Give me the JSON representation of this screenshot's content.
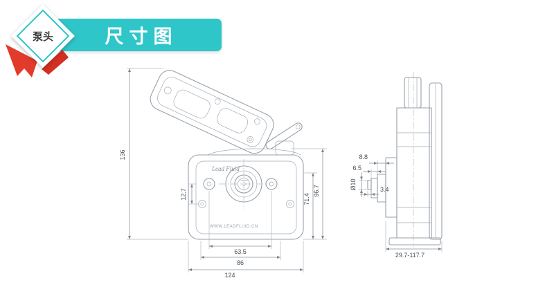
{
  "header": {
    "badge": {
      "label": "泵头"
    },
    "banner": {
      "title": "尺寸图"
    },
    "colors": {
      "banner_teal": "#2fc6c9",
      "ribbon_red": "#e23b2b",
      "badge_text": "#3a3a3a"
    }
  },
  "drawing": {
    "brand": "Lead Fluid",
    "website": "WWW.LEADFLUID.CN",
    "colors": {
      "outline": "#97a0a8",
      "dimension_line": "#8a919a",
      "dimension_text": "#4a4f55"
    },
    "front_view": {
      "dims": {
        "total_height": "136",
        "hole_offset": "12.7",
        "inner_height": "71.4",
        "outer_height": "96.7",
        "screw_spacing": "63.5",
        "mid_width": "86",
        "total_width": "124"
      }
    },
    "side_view": {
      "dims": {
        "step1": "8.8",
        "step2": "6.5",
        "shaft_diameter": "Ø10",
        "tip_length": "3.4",
        "adjust_range": "29.7-117.7"
      }
    }
  }
}
